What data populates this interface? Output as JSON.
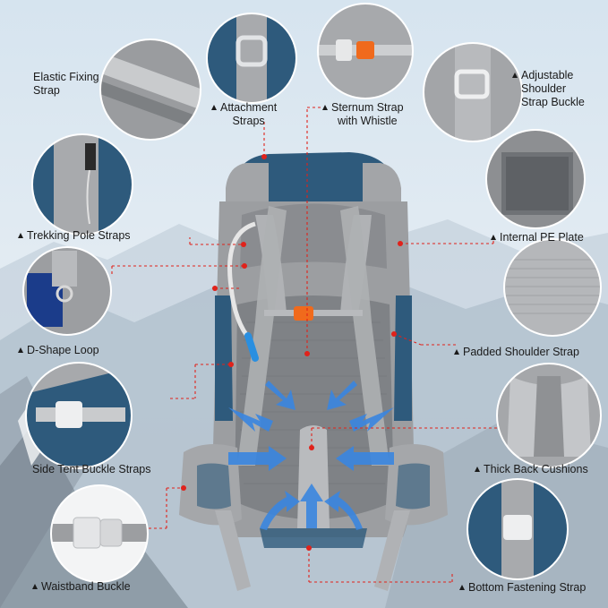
{
  "colors": {
    "sky_top": "#cfe0ee",
    "sky_bottom": "#e8eff5",
    "mountain": "#a9b9c8",
    "bag_gray": "#9c9ea1",
    "bag_blue": "#2e5a7c",
    "accent_red": "#e0221b",
    "buckle_orange": "#f06a1c"
  },
  "icons": {
    "pointer": "triangle-up-icon"
  },
  "labels": {
    "elastic_fixing_strap": "Elastic Fixing\nStrap",
    "attachment_straps": "Attachment\nStraps",
    "sternum_strap": "Sternum Strap\nwith Whistle",
    "adjustable_buckle": "Adjustable\nShoulder\nStrap Buckle",
    "trekking_pole_straps": "Trekking Pole Straps",
    "internal_pe_plate": "Internal PE Plate",
    "d_shape_loop": "D-Shape Loop",
    "padded_shoulder_strap": "Padded Shoulder Strap",
    "side_tent_buckle_straps": "Side Tent Buckle Straps",
    "thick_back_cushions": "Thick Back Cushions",
    "waistband_buckle": "Waistband Buckle",
    "bottom_fastening_strap": "Bottom Fastening Strap"
  }
}
